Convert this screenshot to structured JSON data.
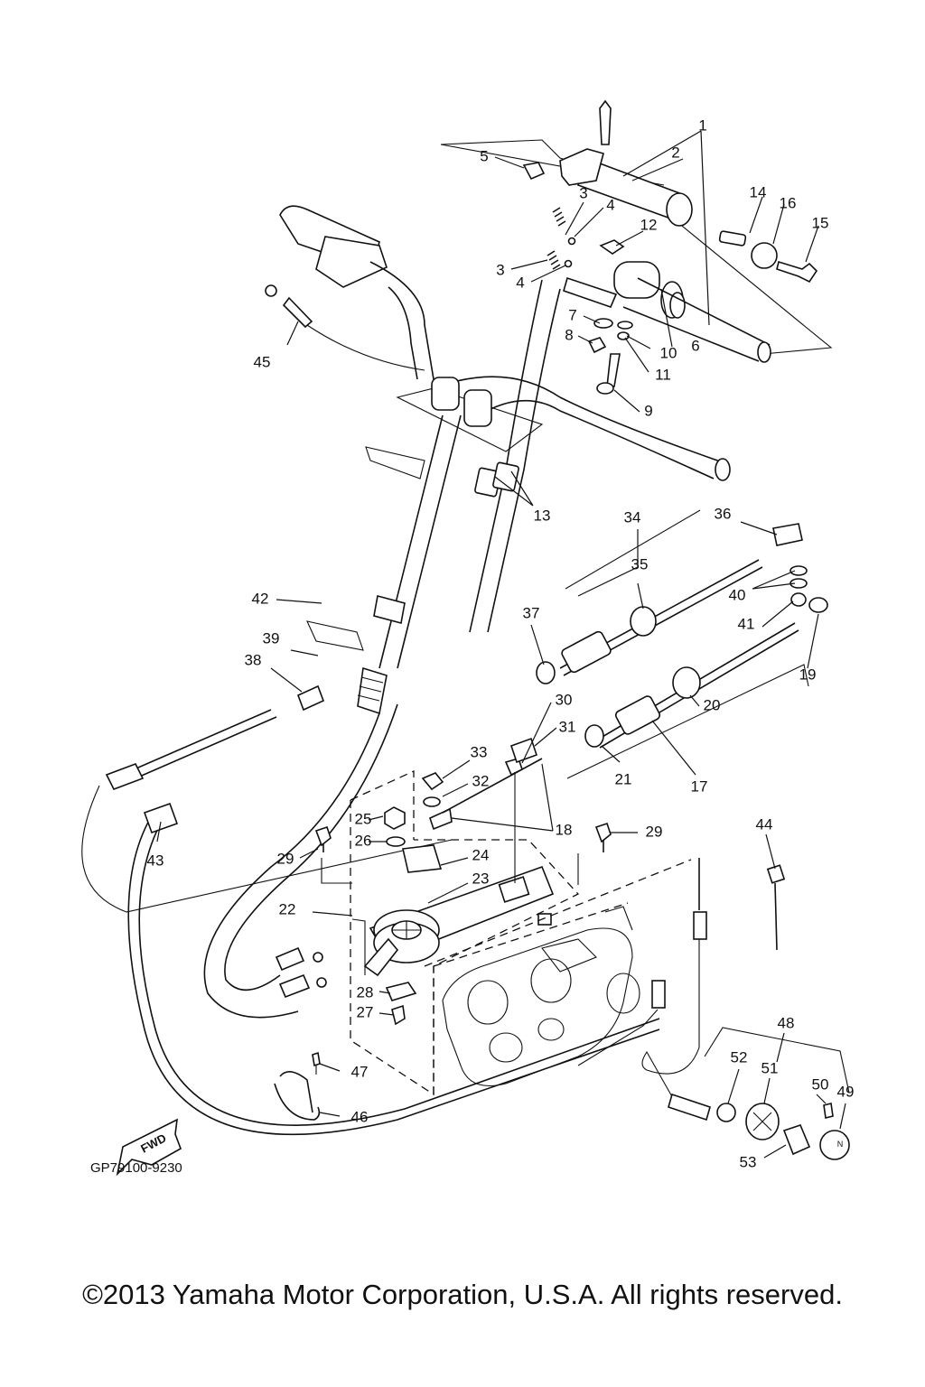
{
  "diagram_code": "GP79100-9230",
  "direction_label": "FWD",
  "copyright": "©2013 Yamaha Motor Corporation, U.S.A. All rights reserved.",
  "part_labels": [
    "1",
    "2",
    "3",
    "3",
    "4",
    "4",
    "5",
    "6",
    "7",
    "8",
    "9",
    "10",
    "11",
    "12",
    "13",
    "14",
    "15",
    "16",
    "17",
    "18",
    "19",
    "20",
    "21",
    "22",
    "23",
    "24",
    "25",
    "26",
    "27",
    "28",
    "29",
    "29",
    "30",
    "31",
    "32",
    "33",
    "34",
    "35",
    "36",
    "37",
    "38",
    "39",
    "40",
    "41",
    "42",
    "43",
    "44",
    "45",
    "46",
    "47",
    "48",
    "49",
    "50",
    "51",
    "52",
    "53"
  ]
}
